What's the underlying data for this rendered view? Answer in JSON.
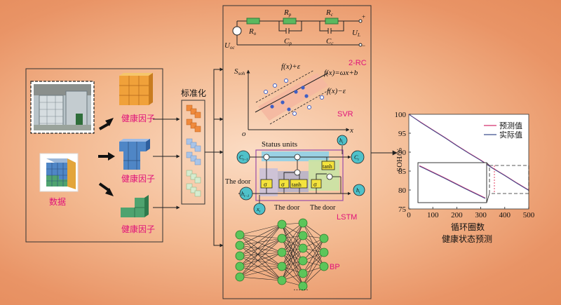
{
  "labels": {
    "factor_1": "健康因子",
    "factor_2": "健康因子",
    "factor_3": "健康因子",
    "data": "数据",
    "normalize": "标准化",
    "rc_model": "2-RC",
    "svr": "SVR",
    "lstm": "LSTM",
    "bp": "BP",
    "ellipsis": "……"
  },
  "circuit": {
    "r0": "R",
    "r0_sub": "o",
    "rp": "R",
    "rp_sub": "p",
    "rc": "R",
    "rc_sub": "c",
    "cp": "C",
    "cp_sub": "p",
    "cc": "C",
    "cc_sub": "c",
    "uoc": "U",
    "uoc_sub": "oc",
    "ul": "U",
    "ul_sub": "L",
    "plus": "+",
    "minus": "−"
  },
  "svr_plot": {
    "y_label": "S",
    "y_sub": "soh",
    "x_label": "x",
    "origin": "o",
    "upper": "f(x)+ε",
    "mid": "f(x)=ωx+b",
    "lower": "f(x)−ε"
  },
  "lstm_cell": {
    "status_units": "Status units",
    "door_left": "The door",
    "door_bottom1": "The door",
    "door_bottom2": "The door",
    "sigma": "σ",
    "tanh": "tanh",
    "tanh_top": "tanh",
    "c_prev": "C",
    "c_prev_sub": "t−1",
    "h_prev": "h",
    "h_prev_sub": "t−1",
    "x_t": "x",
    "x_sub": "t",
    "c_t": "C",
    "c_t_sub": "t",
    "h_t": "h",
    "h_t_sub": "t",
    "h_top": "h",
    "h_top_sub": "t",
    "times": "⊗",
    "plus": "⊕"
  },
  "soh_chart": {
    "y_label": "SOH/%",
    "x_label": "循环圈数",
    "caption": "健康状态预测",
    "legend_pred": "预测值",
    "legend_actual": "实际值",
    "color_pred": "#d4306e",
    "color_actual": "#3e4f8e"
  },
  "chart_data": {
    "type": "line",
    "xlabel": "循环圈数",
    "ylabel": "SOH/%",
    "xlim": [
      0,
      500
    ],
    "ylim": [
      75,
      100
    ],
    "x_ticks": [
      "0",
      "100",
      "200",
      "300",
      "400",
      "500"
    ],
    "y_ticks": [
      "75",
      "80",
      "85",
      "90",
      "95",
      "100"
    ],
    "x": [
      0,
      50,
      100,
      150,
      200,
      250,
      300,
      350,
      400,
      450,
      500
    ],
    "series": [
      {
        "name": "预测值",
        "values": [
          100,
          97.9,
          95.9,
          93.9,
          91.8,
          89.8,
          87.9,
          85.8,
          83.9,
          81.9,
          80.0
        ]
      },
      {
        "name": "实际值",
        "values": [
          100,
          97.8,
          95.8,
          93.8,
          91.7,
          89.7,
          87.8,
          85.7,
          83.8,
          81.8,
          79.9
        ]
      }
    ],
    "legend": "top-right",
    "grid": false
  }
}
